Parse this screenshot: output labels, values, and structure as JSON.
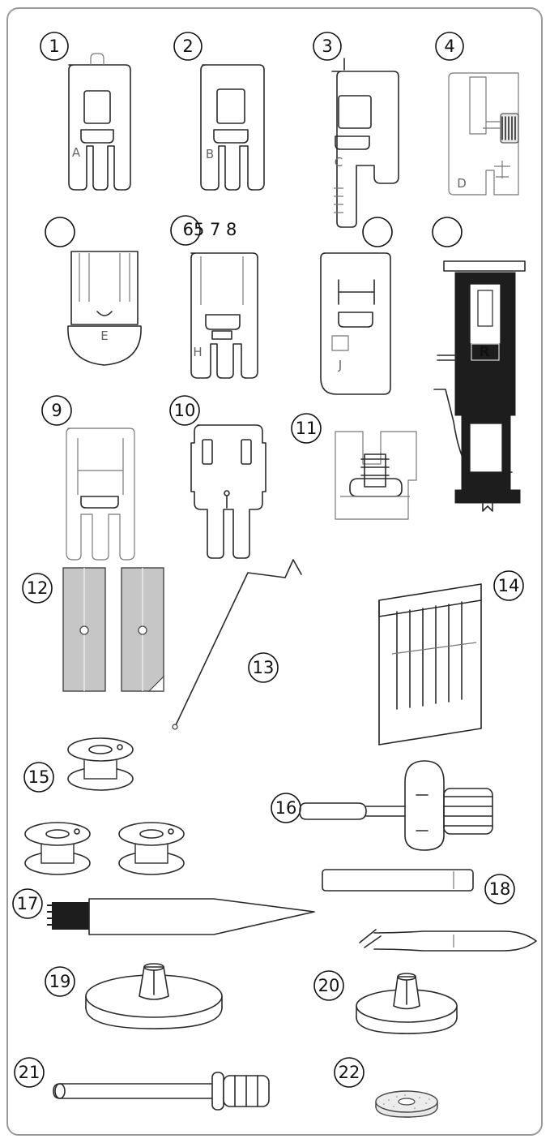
{
  "callouts": {
    "c1": "1",
    "c2": "2",
    "c3": "3",
    "c4": "4",
    "c5": "",
    "c6": "65 7 8",
    "c7": "",
    "c8": "",
    "c9": "9",
    "c10": "10",
    "c11": "11",
    "c12": "12",
    "c13": "13",
    "c14": "14",
    "c15": "15",
    "c16": "16",
    "c17": "17",
    "c18": "18",
    "c19": "19",
    "c20": "20",
    "c21": "21",
    "c22": "22"
  },
  "foot_letters": {
    "a": "A",
    "b": "B",
    "c": "C",
    "d": "D",
    "e": "E",
    "h": "H",
    "j": "J",
    "r": "R"
  }
}
